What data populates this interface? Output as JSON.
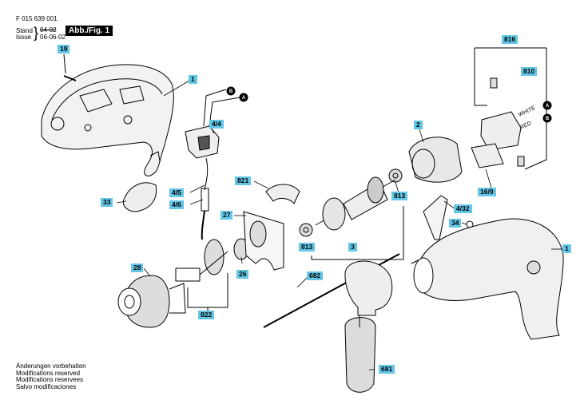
{
  "header": {
    "doc_number": "F 015 639 001",
    "stand_label": "Stand",
    "issue_label": "Issue",
    "old_date": "04-02",
    "new_date": "06-06-02",
    "figure_label": "Abb./Fig. 1"
  },
  "parts": [
    {
      "id": "p19",
      "label": "19"
    },
    {
      "id": "p1a",
      "label": "1"
    },
    {
      "id": "p44",
      "label": "4/4"
    },
    {
      "id": "p45",
      "label": "4/5"
    },
    {
      "id": "p46",
      "label": "4/6"
    },
    {
      "id": "p33",
      "label": "33"
    },
    {
      "id": "p821",
      "label": "821"
    },
    {
      "id": "p27",
      "label": "27"
    },
    {
      "id": "p28",
      "label": "28"
    },
    {
      "id": "p26",
      "label": "26"
    },
    {
      "id": "p822",
      "label": "822"
    },
    {
      "id": "p813a",
      "label": "813"
    },
    {
      "id": "p813b",
      "label": "813"
    },
    {
      "id": "p3",
      "label": "3"
    },
    {
      "id": "p2",
      "label": "2"
    },
    {
      "id": "p816",
      "label": "816"
    },
    {
      "id": "p810",
      "label": "810"
    },
    {
      "id": "p169",
      "label": "16/9"
    },
    {
      "id": "p432",
      "label": "4/32"
    },
    {
      "id": "p34",
      "label": "34"
    },
    {
      "id": "p1b",
      "label": "1"
    },
    {
      "id": "p682",
      "label": "682"
    },
    {
      "id": "p681",
      "label": "681"
    }
  ],
  "wire_labels": {
    "white": "WHITE",
    "red": "RED",
    "a": "A",
    "b": "B"
  },
  "footer": [
    "Änderungen vorbehalten",
    "Modifications reserved",
    "Modifications reservees",
    "Salvo modificaciones"
  ]
}
